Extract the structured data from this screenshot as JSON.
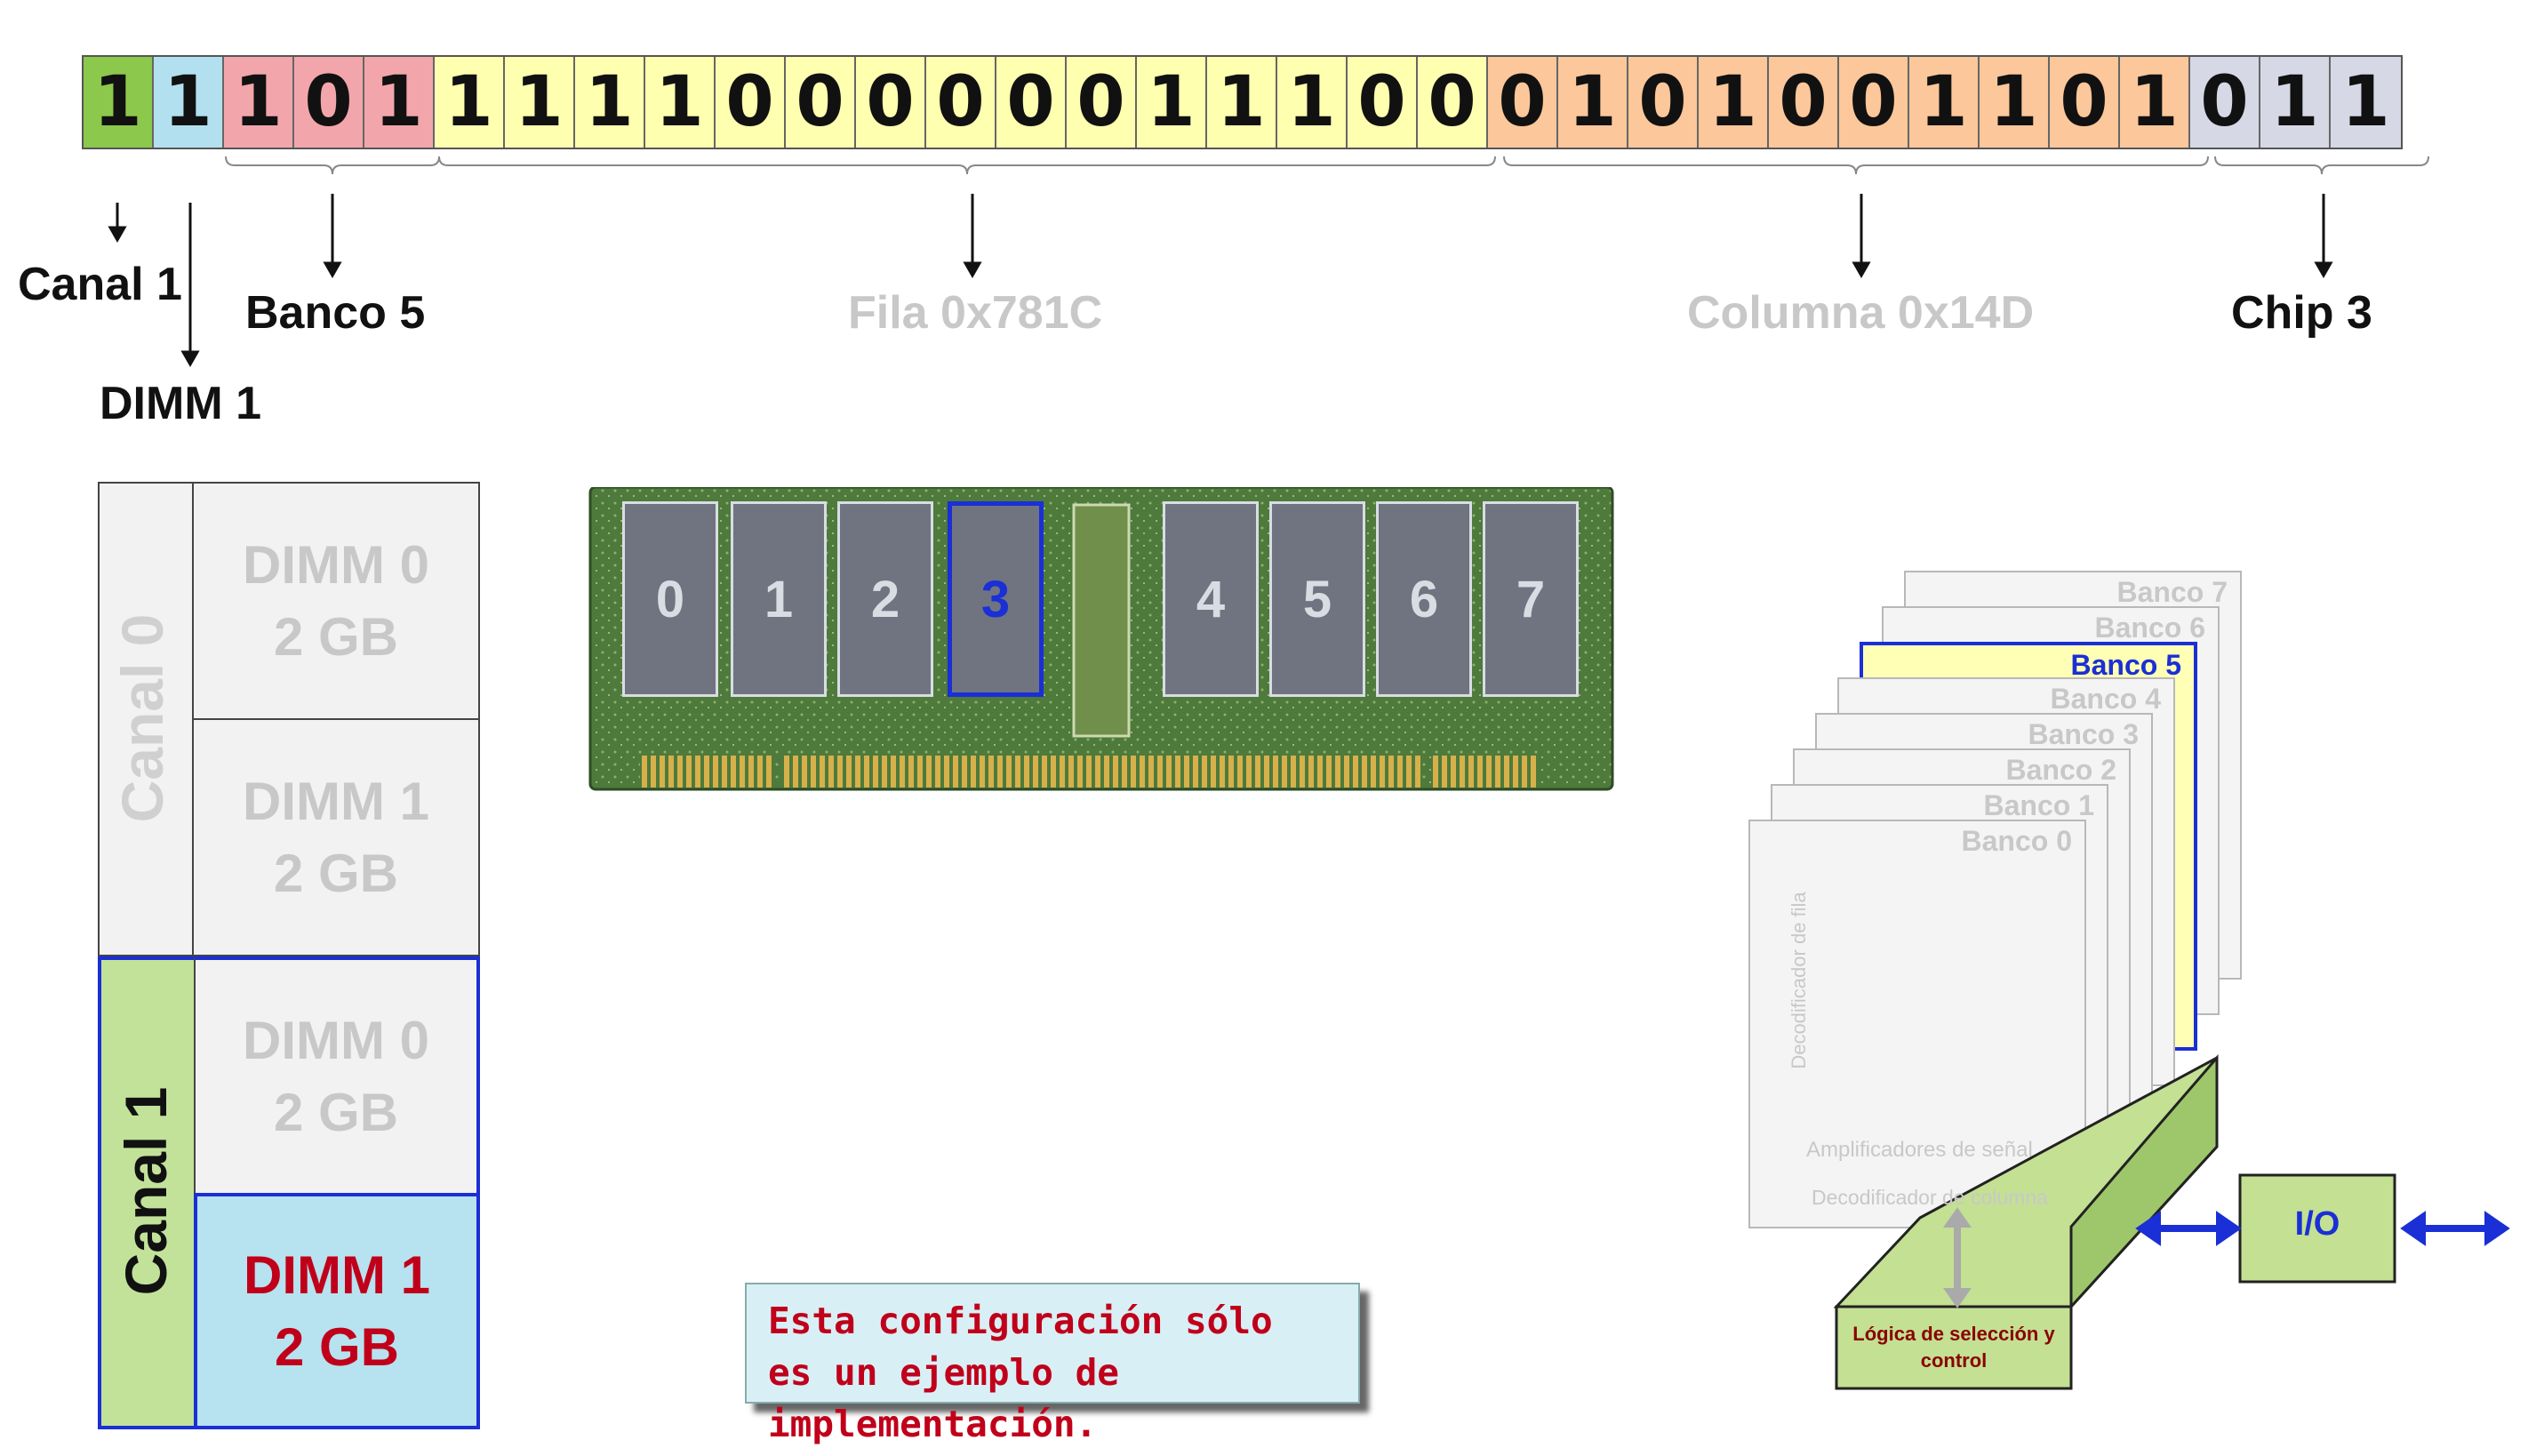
{
  "address_bits": [
    {
      "bit": "1",
      "field": "canal"
    },
    {
      "bit": "1",
      "field": "dimm"
    },
    {
      "bit": "1",
      "field": "banco"
    },
    {
      "bit": "0",
      "field": "banco"
    },
    {
      "bit": "1",
      "field": "banco"
    },
    {
      "bit": "1",
      "field": "fila"
    },
    {
      "bit": "1",
      "field": "fila"
    },
    {
      "bit": "1",
      "field": "fila"
    },
    {
      "bit": "1",
      "field": "fila"
    },
    {
      "bit": "0",
      "field": "fila"
    },
    {
      "bit": "0",
      "field": "fila"
    },
    {
      "bit": "0",
      "field": "fila"
    },
    {
      "bit": "0",
      "field": "fila"
    },
    {
      "bit": "0",
      "field": "fila"
    },
    {
      "bit": "0",
      "field": "fila"
    },
    {
      "bit": "1",
      "field": "fila"
    },
    {
      "bit": "1",
      "field": "fila"
    },
    {
      "bit": "1",
      "field": "fila"
    },
    {
      "bit": "0",
      "field": "fila"
    },
    {
      "bit": "0",
      "field": "fila"
    },
    {
      "bit": "0",
      "field": "columna"
    },
    {
      "bit": "1",
      "field": "columna"
    },
    {
      "bit": "0",
      "field": "columna"
    },
    {
      "bit": "1",
      "field": "columna"
    },
    {
      "bit": "0",
      "field": "columna"
    },
    {
      "bit": "0",
      "field": "columna"
    },
    {
      "bit": "1",
      "field": "columna"
    },
    {
      "bit": "1",
      "field": "columna"
    },
    {
      "bit": "0",
      "field": "columna"
    },
    {
      "bit": "1",
      "field": "columna"
    },
    {
      "bit": "0",
      "field": "chip"
    },
    {
      "bit": "1",
      "field": "chip"
    },
    {
      "bit": "1",
      "field": "chip"
    }
  ],
  "field_colors": {
    "canal": "#8cc84b",
    "dimm": "#b3e0ee",
    "banco": "#f2a6ab",
    "fila": "#ffffb0",
    "columna": "#fcc79a",
    "chip": "#d6d8e6"
  },
  "labels": {
    "canal": "Canal 1",
    "dimm": "DIMM 1",
    "banco": "Banco 5",
    "fila": "Fila 0x781C",
    "columna": "Columna 0x14D",
    "chip": "Chip 3"
  },
  "dimm_table": {
    "canal0": "Canal 0",
    "canal1": "Canal 1",
    "cells": [
      {
        "name": "DIMM 0",
        "size": "2 GB"
      },
      {
        "name": "DIMM 1",
        "size": "2 GB"
      },
      {
        "name": "DIMM 0",
        "size": "2 GB"
      },
      {
        "name": "DIMM 1",
        "size": "2 GB"
      }
    ],
    "selected_color": "#c0001a",
    "highlight_border": "#1a2fd6"
  },
  "module_chips": [
    "0",
    "1",
    "2",
    "3",
    "4",
    "5",
    "6",
    "7"
  ],
  "selected_chip_color": "#1a2fd6",
  "banks": [
    "Banco 7",
    "Banco 6",
    "Banco 5",
    "Banco 4",
    "Banco 3",
    "Banco 2",
    "Banco 1",
    "Banco 0"
  ],
  "bank_parts": {
    "row_decoder": "Decodificador de fila",
    "sense_amps": "Amplificadores de señal",
    "col_decoder": "Decodificador de columna",
    "logic": "Lógica de selección y control",
    "io": "I/O"
  },
  "note": "Esta configuración sólo es un ejemplo de implementación."
}
